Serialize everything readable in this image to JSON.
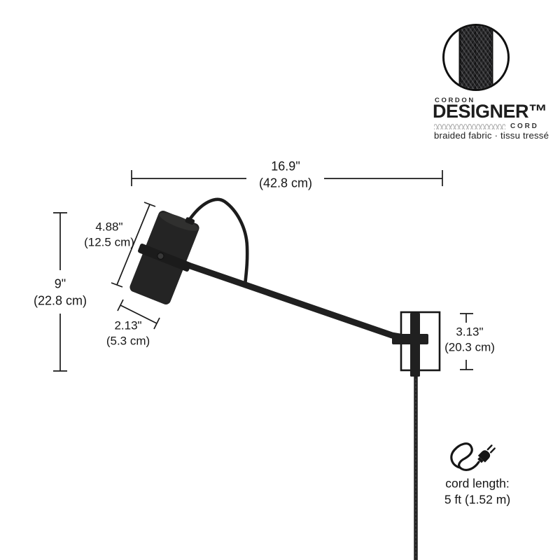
{
  "badge": {
    "brand_small": "CORDON",
    "brand_large": "DESIGNER™",
    "brand_cord": "CORD",
    "tagline": "braided fabric · tissu tressé",
    "swatch_icon": "braided-cord-swatch"
  },
  "dims": {
    "arm_reach": {
      "inch": "16.9\"",
      "cm": "(42.8 cm)"
    },
    "head_length": {
      "inch": "4.88\"",
      "cm": "(12.5 cm)"
    },
    "total_height": {
      "inch": "9\"",
      "cm": "(22.8 cm)"
    },
    "head_diameter": {
      "inch": "2.13\"",
      "cm": "(5.3 cm)"
    },
    "bracket_height": {
      "inch": "3.13\"",
      "cm": "(20.3 cm)"
    }
  },
  "cord_note": {
    "label": "cord length:",
    "value": "5 ft (1.52 m)",
    "icon": "power-plug-icon"
  },
  "colors": {
    "ink": "#1a1a1a",
    "lamp_black": "#222222",
    "background": "#ffffff"
  }
}
